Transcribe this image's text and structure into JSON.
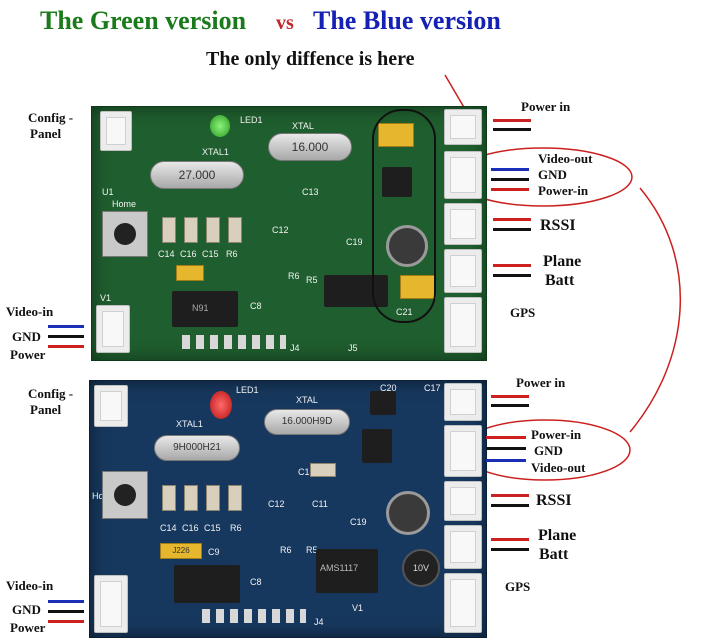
{
  "header": {
    "green": "The Green version",
    "vs": "vs",
    "blue": "The Blue version",
    "subtitle": "The only diffence is here"
  },
  "green_board": {
    "left_labels": {
      "config": "Config -",
      "panel": "Panel",
      "video_in": "Video-in",
      "gnd": "GND",
      "power": "Power"
    },
    "right_labels": {
      "power_in": "Power in",
      "video_out": "Video-out",
      "gnd": "GND",
      "power_in_small": "Power-in",
      "rssi": "RSSI",
      "plane": "Plane",
      "batt": "Batt",
      "gps": "GPS"
    },
    "silkscreen": {
      "led": "LED1",
      "xtal": "XTAL",
      "xtal1": "XTAL1",
      "home": "Home",
      "crystal_big": "16.000",
      "crystal_small": "27.000",
      "c14": "C14",
      "c16": "C16",
      "c15": "C15",
      "r6": "R6",
      "c12": "C12",
      "c8": "C8",
      "c13": "C13",
      "c19": "C19",
      "r5": "R5",
      "r6b": "R6",
      "c21": "C21",
      "j4": "J4",
      "j5": "J5",
      "v1": "V1",
      "u1": "U1"
    }
  },
  "blue_board": {
    "left_labels": {
      "config": "Config -",
      "panel": "Panel",
      "video_in": "Video-in",
      "gnd": "GND",
      "power": "Power"
    },
    "right_labels": {
      "power_in": "Power in",
      "power_in_small": "Power-in",
      "gnd": "GND",
      "video_out": "Video-out",
      "rssi": "RSSI",
      "plane": "Plane",
      "batt": "Batt",
      "gps": "GPS"
    },
    "silkscreen": {
      "led": "LED1",
      "xtal": "XTAL",
      "xtal1": "XTAL1",
      "home": "Home",
      "crystal_big": "16.000H9D",
      "crystal_small": "9Н000Н21",
      "c20": "C20",
      "c17": "C17",
      "c13": "C13",
      "c14": "C14",
      "c16": "C16",
      "c15": "C15",
      "r6": "R6",
      "c12": "C12",
      "c11": "C11",
      "c19": "C19",
      "c9": "C9",
      "c8": "C8",
      "r6b": "R6",
      "r5": "R5",
      "j4": "J4",
      "v1": "V1",
      "ams": "AMS1117",
      "j226": "J226",
      "cap": "10V"
    }
  },
  "colors": {
    "green_title": "#1b7a1b",
    "blue_title": "#1520b5",
    "vs": "#c0262a",
    "wire_red": "#cc1f1f",
    "wire_black": "#111111",
    "wire_blue": "#1a2fb8",
    "pcb_green": "#1f5e2e",
    "pcb_blue": "#17385e"
  }
}
